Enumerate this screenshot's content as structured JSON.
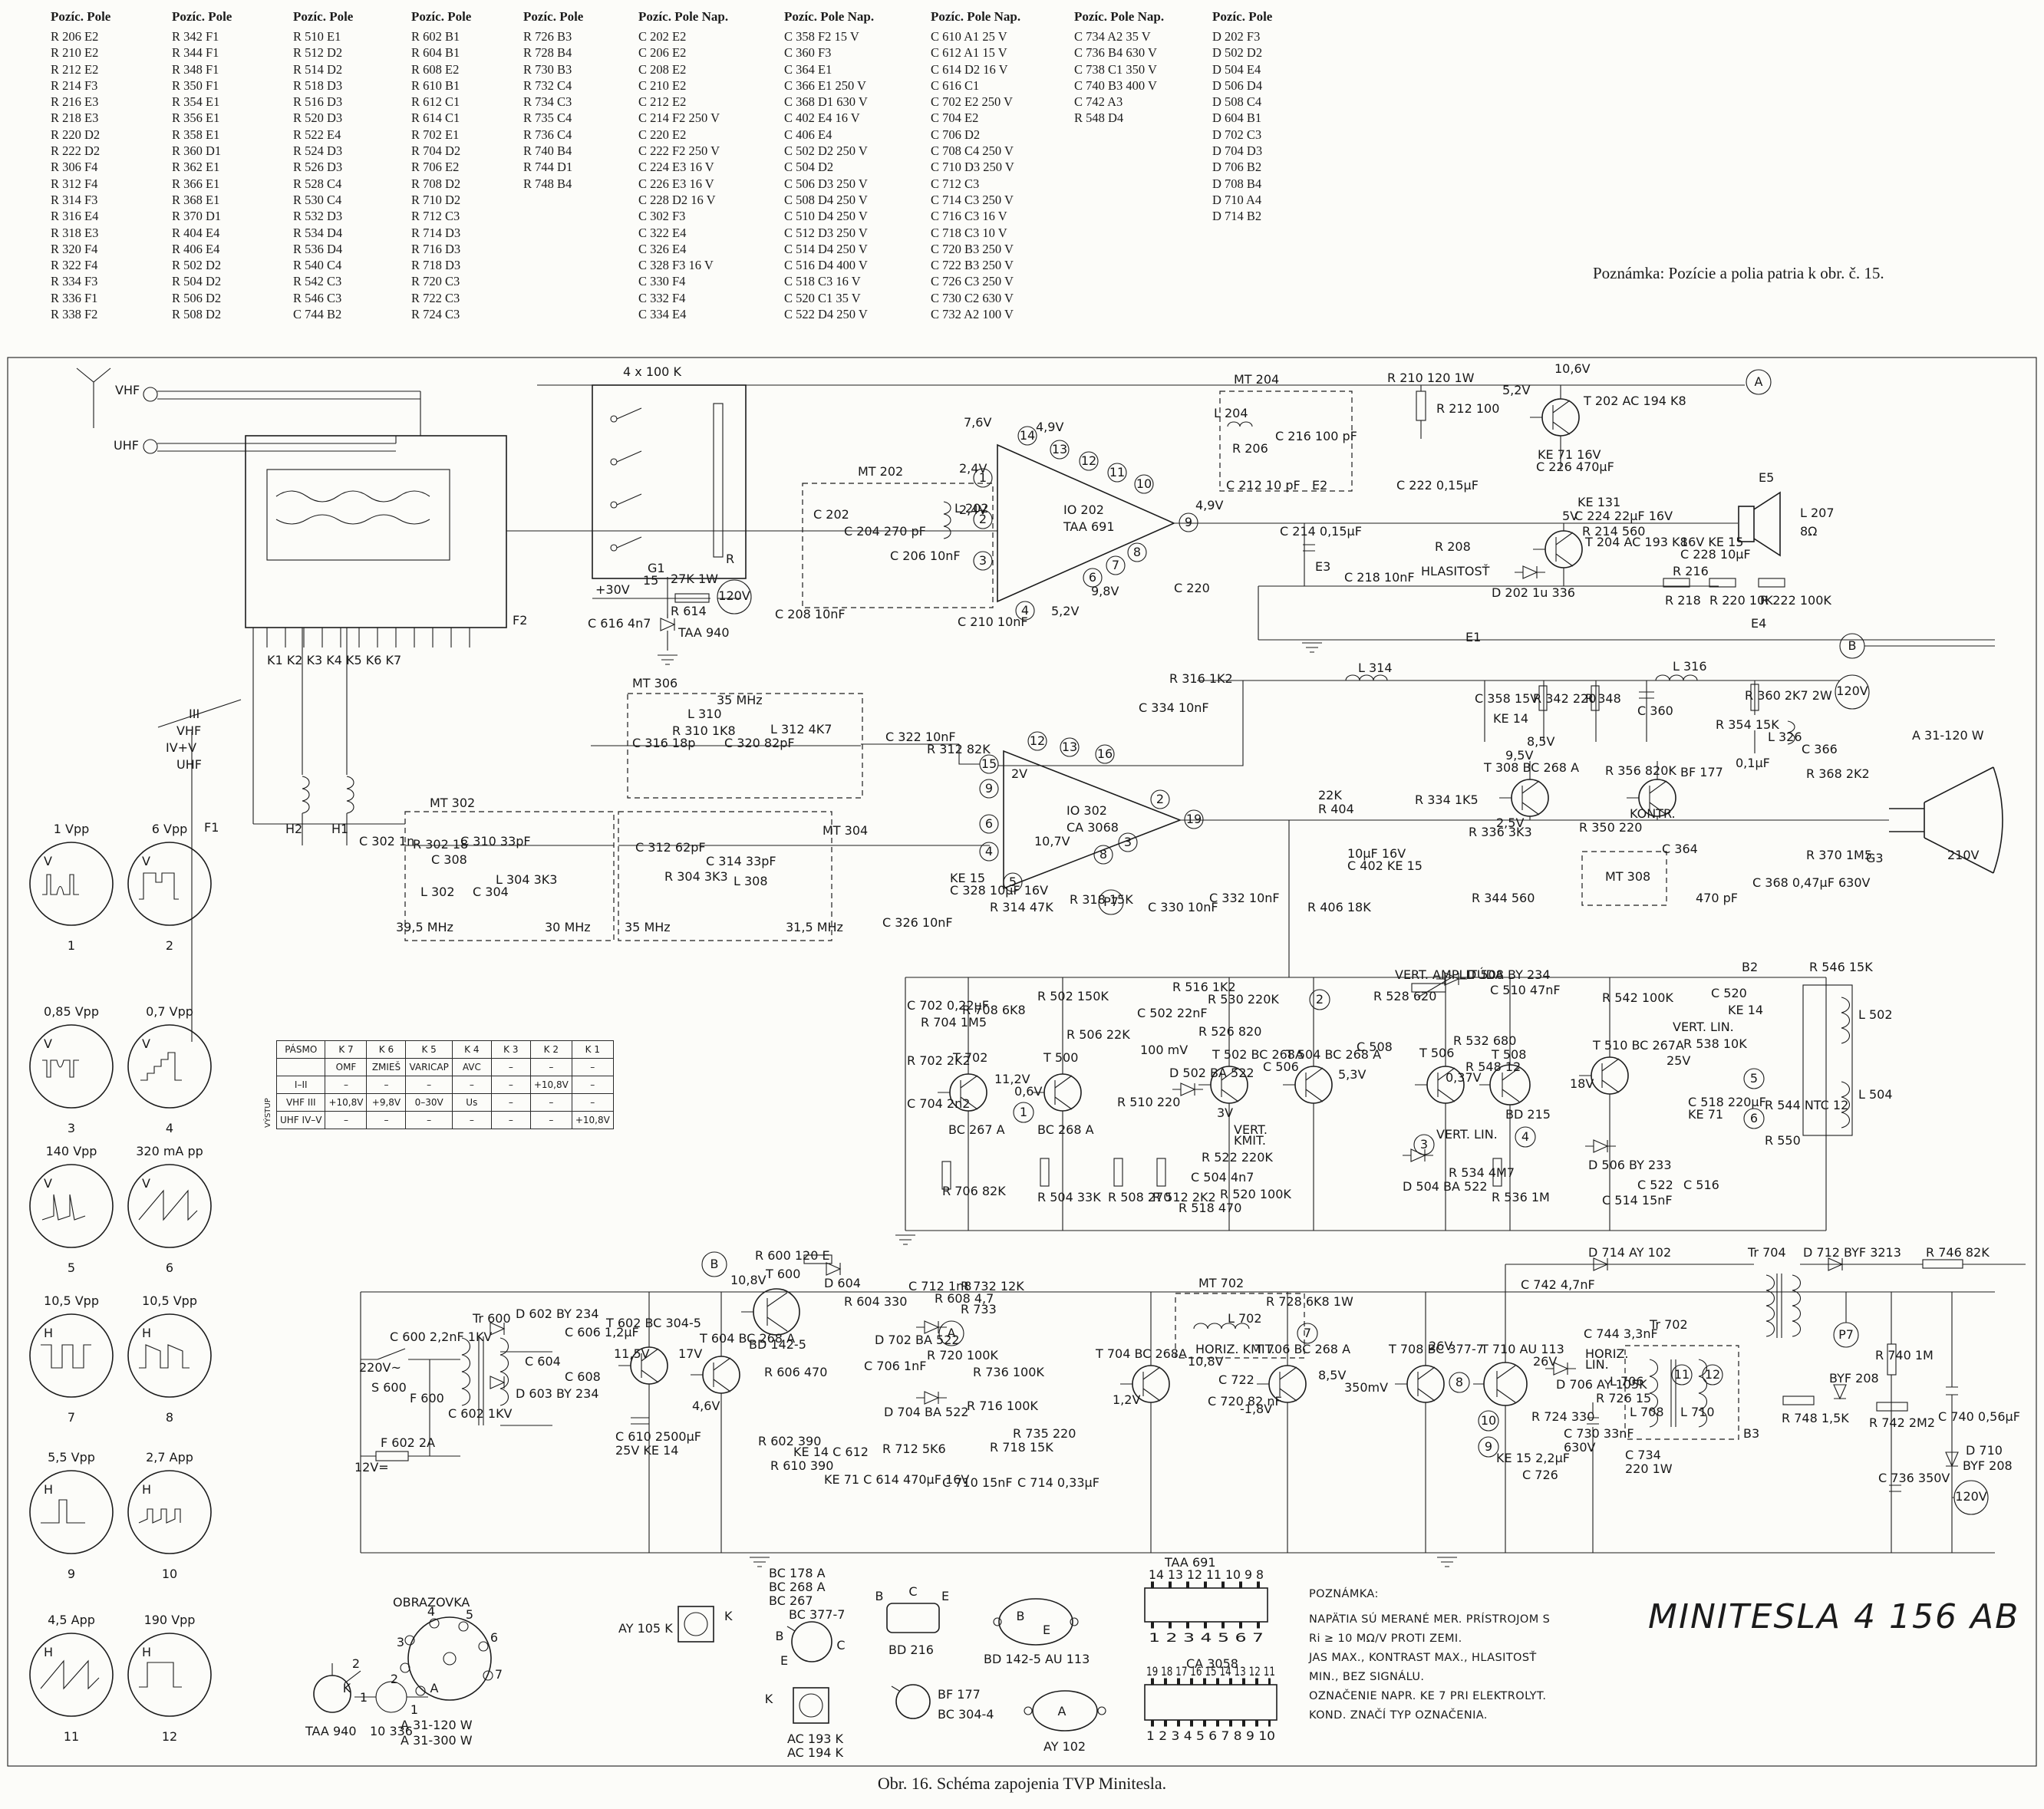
{
  "header": {
    "columns": [
      {
        "header": "Pozíc. Pole",
        "rows": [
          "R 206 E2",
          "R 210 E2",
          "R 212 E2",
          "R 214 F3",
          "R 216 E3",
          "R 218 E3",
          "R 220 D2",
          "R 222 D2",
          "R 306 F4",
          "R 312 F4",
          "R 314 F3",
          "R 316 E4",
          "R 318 E3",
          "R 320 F4",
          "R 322 F4",
          "R 334 F3",
          "R 336 F1",
          "R 338 F2"
        ]
      },
      {
        "header": "Pozíc. Pole",
        "rows": [
          "R 342 F1",
          "R 344 F1",
          "R 348 F1",
          "R 350 F1",
          "R 354 E1",
          "R 356 E1",
          "R 358 E1",
          "R 360 D1",
          "R 362 E1",
          "R 366 E1",
          "R 368 E1",
          "R 370 D1",
          "R 404 E4",
          "R 406 E4",
          "R 502 D2",
          "R 504 D2",
          "R 506 D2",
          "R 508 D2"
        ]
      },
      {
        "header": "Pozíc. Pole",
        "rows": [
          "R 510 E1",
          "R 512 D2",
          "R 514 D2",
          "R 518 D3",
          "R 516 D3",
          "R 520 D3",
          "R 522 E4",
          "R 524 D3",
          "R 526 D3",
          "R 528 C4",
          "R 530 C4",
          "R 532 D3",
          "R 534 D4",
          "R 536 D4",
          "R 540 C4",
          "R 542 C3",
          "R 546 C3",
          "C 744 B2"
        ]
      },
      {
        "header": "Pozíc. Pole",
        "rows": [
          "R 602 B1",
          "R 604 B1",
          "R 608 E2",
          "R 610 B1",
          "R 612 C1",
          "R 614 C1",
          "R 702 E1",
          "R 704 D2",
          "R 706 E2",
          "R 708 D2",
          "R 710 D2",
          "R 712 C3",
          "R 714 D3",
          "R 716 D3",
          "R 718 D3",
          "R 720 C3",
          "R 722 C3",
          "R 724 C3"
        ]
      },
      {
        "header": "Pozíc. Pole",
        "rows": [
          "R 726 B3",
          "R 728 B4",
          "R 730 B3",
          "R 732 C4",
          "R 734 C3",
          "R 735 C4",
          "R 736 C4",
          "R 740 B4",
          "R 744 D1",
          "R 748 B4"
        ]
      },
      {
        "header": "Pozíc. Pole Nap.",
        "rows": [
          "C 202 E2",
          "C 206 E2",
          "C 208 E2",
          "C 210 E2",
          "C 212 E2",
          "C 214 F2 250 V",
          "C 220 E2",
          "C 222 F2 250 V",
          "C 224 E3 16 V",
          "C 226 E3 16 V",
          "C 228 D2 16 V",
          "C 302 F3",
          "C 322 E4",
          "C 326 E4",
          "C 328 F3 16 V",
          "C 330 F4",
          "C 332 F4",
          "C 334 E4"
        ]
      },
      {
        "header": "Pozíc. Pole Nap.",
        "rows": [
          "C 358 F2 15 V",
          "C 360 F3",
          "C 364 E1",
          "C 366 E1 250 V",
          "C 368 D1 630 V",
          "C 402 E4 16 V",
          "C 406 E4",
          "C 502 D2 250 V",
          "C 504 D2",
          "C 506 D3 250 V",
          "C 508 D4 250 V",
          "C 510 D4 250 V",
          "C 512 D3 250 V",
          "C 514 D4 250 V",
          "C 516 D4 400 V",
          "C 518 C3 16 V",
          "C 520 C1 35 V",
          "C 522 D4 250 V"
        ]
      },
      {
        "header": "Pozíc. Pole Nap.",
        "rows": [
          "C 610 A1 25 V",
          "C 612 A1 15 V",
          "C 614 D2 16 V",
          "C 616 C1",
          "C 702 E2 250 V",
          "C 704 E2",
          "C 706 D2",
          "C 708 C4 250 V",
          "C 710 D3 250 V",
          "C 712 C3",
          "C 714 C3 250 V",
          "C 716 C3 16 V",
          "C 718 C3 10 V",
          "C 720 B3 250 V",
          "C 722 B3 250 V",
          "C 726 C3 250 V",
          "C 730 C2 630 V",
          "C 732 A2 100 V"
        ]
      },
      {
        "header": "Pozíc. Pole Nap.",
        "rows": [
          "C 734 A2 35 V",
          "C 736 B4 630 V",
          "C 738 C1 350 V",
          "C 740 B3 400 V",
          "C 742 A3",
          "R 548 D4"
        ]
      },
      {
        "header": "Pozíc. Pole",
        "rows": [
          "D 202 F3",
          "D 502 D2",
          "D 504 E4",
          "D 506 D4",
          "D 508 C4",
          "D 604 B1",
          "D 702 C3",
          "D 704 D3",
          "D 706 B2",
          "D 708 B4",
          "D 710 A4",
          "D 714 B2"
        ]
      }
    ]
  },
  "top_note": "Poznámka: Pozície a polia patria k obr. č. 15.",
  "waveforms": [
    {
      "num": "1",
      "amp": "1 Vpp",
      "axis": "V"
    },
    {
      "num": "2",
      "amp": "6 Vpp",
      "axis": "V"
    },
    {
      "num": "3",
      "amp": "0,85 Vpp",
      "axis": "V"
    },
    {
      "num": "4",
      "amp": "0,7 Vpp",
      "axis": "V"
    },
    {
      "num": "5",
      "amp": "140 Vpp",
      "axis": "V"
    },
    {
      "num": "6",
      "amp": "320 mA pp",
      "axis": "V"
    },
    {
      "num": "7",
      "amp": "10,5 Vpp",
      "axis": "H"
    },
    {
      "num": "8",
      "amp": "10,5 Vpp",
      "axis": "H"
    },
    {
      "num": "9",
      "amp": "5,5 Vpp",
      "axis": "H"
    },
    {
      "num": "10",
      "amp": "2,7 App",
      "axis": "H"
    },
    {
      "num": "11",
      "amp": "4,5 App",
      "axis": "H"
    },
    {
      "num": "12",
      "amp": "190 Vpp",
      "axis": "H"
    }
  ],
  "band": {
    "side": "VÝSTUP",
    "headers": [
      "PÁSMO",
      "K 7",
      "K 6",
      "K 5",
      "K 4",
      "K 3",
      "K 2",
      "K 1"
    ],
    "rows": [
      [
        "",
        "OMF",
        "ZMIEŠ",
        "VARICAP",
        "AVC",
        "–",
        "–",
        "–"
      ],
      [
        "I–II",
        "–",
        "–",
        "–",
        "–",
        "–",
        "+10,8V",
        "–"
      ],
      [
        "VHF III",
        "+10,8V",
        "+9,8V",
        "0–30V",
        "Us",
        "–",
        "–",
        "–"
      ],
      [
        "UHF IV–V",
        "–",
        "–",
        "–",
        "–",
        "–",
        "–",
        "+10,8V"
      ]
    ]
  },
  "sch": {
    "vhf": "VHF",
    "uhf": "UHF",
    "band_iii": "III",
    "band_vhf": "VHF",
    "band_ivv": "IV+V",
    "band_uhf": "UHF",
    "f1": "F1",
    "f2": "F2",
    "h1": "H1",
    "h2": "H2",
    "g1": "G1",
    "kpins": "K1 K2 K3 K4 K5 K6 K7",
    "blk4x100k": "4 x 100 K",
    "r_lbl": "R",
    "v30": "+30V",
    "n15": "15",
    "r612": "27K 1W",
    "r614": "R 614",
    "c616": "C 616 4n7",
    "taa940": "TAA 940",
    "mt302": "MT 302",
    "mt202": "MT 202",
    "c202": "C 202",
    "c204": "C 204 270 pF",
    "l202": "L 202",
    "c206": "C 206 10nF",
    "c208": "C 208 10nF",
    "c210": "C 210 10nF",
    "io202": "IO 202",
    "taa691": "TAA 691",
    "v76": "7,6V",
    "v49a": "4,9V",
    "v24a": "2,4V",
    "v24b": "2,4V",
    "v52a": "5,2V",
    "v98": "9,8V",
    "v49b": "4,9V",
    "mt204": "MT 204",
    "l204": "L 204",
    "c216": "C 216 100 pF",
    "r206": "R 206",
    "c212": "C 212 10 pF",
    "r210": "R 210 120 1W",
    "r212": "R 212 100",
    "c220": "C 220",
    "c214": "C 214 0,15μF",
    "e1": "E1",
    "e2": "E2",
    "e3": "E3",
    "e4": "E4",
    "e5": "E5",
    "c218": "C 218 10nF",
    "r208": "R 208",
    "hlasitost": "HLASITOSŤ",
    "d202": "D 202 1u 336",
    "c222": "C 222 0,15μF",
    "c224": "C 224 22μF 16V",
    "ke131": "KE 131",
    "c226": "C 226 470μF",
    "ke71a": "KE 71 16V",
    "r214": "R 214 560",
    "v106": "10,6V",
    "v52b": "5,2V",
    "t202": "T 202 AC 194 K8",
    "t204": "T 204 AC 193 K8",
    "v5": "5V",
    "c228": "C 228 10μF",
    "ke15a": "16V KE 15",
    "r216": "R 216",
    "r218": "R 218",
    "r220": "R 220 10K",
    "r222": "R 222 100K",
    "l207": "L 207",
    "ohm8": "8Ω",
    "mt306": "MT 306",
    "mhz35a": "35 MHz",
    "c316": "C 316 18p",
    "r310": "R 310 1K8",
    "l310": "L 310",
    "c320": "C 320 82pF",
    "l312": "L 312 4K7",
    "c322": "C 322 10nF",
    "r312": "R 312 82K",
    "c334": "C 334 10nF",
    "io302": "IO 302",
    "ca3068": "CA 3068",
    "v2": "2V",
    "v107": "10,7V",
    "c302": "C 302 1n",
    "r302": "R 302 18",
    "c308": "C 308",
    "c310": "C 310 33pF",
    "l302": "L 302",
    "mhz395": "39,5 MHz",
    "c304": "C 304",
    "l304": "L 304 3K3",
    "mhz30": "30 MHz",
    "mhz35b": "35 MHz",
    "c312": "C 312 62pF",
    "r304": "R 304 3K3",
    "mt304": "MT 304",
    "c314": "C 314 33pF",
    "l308": "L 308",
    "mhz315": "31,5 MHz",
    "r316": "R 316 1K2",
    "c326": "C 326 10nF",
    "c328": "C 328 10μF 16V",
    "ke15b": "KE 15",
    "r314": "R 314 47K",
    "r318": "R 318 15K",
    "c330": "C 330 10nF",
    "c332": "C 332 10nF",
    "r404": "R 404",
    "k22": "22K",
    "r334": "R 334 1K5",
    "r336": "R 336 3K3",
    "r344": "R 344 560",
    "r406": "R 406 18K",
    "c402": "C 402 KE 15",
    "c402b": "10μF 16V",
    "l314": "L 314",
    "l316": "L 316",
    "c358": "C 358 15V",
    "ke14a": "KE 14",
    "r342": "R 342 220",
    "r348": "R 348",
    "c360": "C 360",
    "r360": "R 360 2K7 2W",
    "r354": "R 354 15K",
    "l326": "L 326",
    "c366": "C 366",
    "u01": "0,1μF",
    "r368": "R 368 2K2",
    "r356": "R 356 820K",
    "t308": "T 308 BC 268 A",
    "bf177": "BF 177",
    "v95": "9,5V",
    "v25a": "2,5V",
    "r350": "R 350 220",
    "kontr": "KONTR.",
    "mt308": "MT 308",
    "c364": "C 364",
    "c368": "C 368 0,47μF 630V",
    "r370": "R 370 1M5",
    "pf470": "470 pF",
    "crt": "A 31-120 W",
    "v210": "210V",
    "g3": "G3",
    "v85a": "8,5V",
    "c702": "C 702 0,22μF",
    "r704": "R 704 1M5",
    "r708": "R 708 6K8",
    "r702": "R 702 2K2",
    "c704": "C 704 2n2",
    "r706": "R 706 82K",
    "t702": "T 702",
    "bc267a": "BC 267 A",
    "v112": "11,2V",
    "r502": "R 502 150K",
    "r506": "R 506 22K",
    "mv100": "100 mV",
    "t500": "T 500",
    "bc268a1": "BC 268 A",
    "v06": "0,6V",
    "r510": "R 510 220",
    "r504": "R 504 33K",
    "r508": "R 508 270",
    "r512": "R 512 2K2",
    "c504": "C 504 4n7",
    "d502": "D 502 BA 522",
    "t502": "T 502 BC 268A",
    "v3": "3V",
    "c506": "C 506",
    "r522": "R 522 220K",
    "vertkmit1": "VERT.",
    "vertkmit2": "KMIT.",
    "r516": "R 516 1K2",
    "c502": "C 502 22nF",
    "r526": "R 526 820",
    "r520": "R 520 100K",
    "r518": "R 518 470",
    "t504": "T 504 BC 268 A",
    "v53": "5,3V",
    "c508": "C 508",
    "r530": "R 530 220K",
    "vamp": "VERT. AMPLITÚDA",
    "r528": "R 528 620",
    "d508": "D 508 BY 234",
    "c510": "C 510 47nF",
    "r542": "R 542 100K",
    "c520": "C 520",
    "ke14b": "KE 14",
    "vlin1": "VERT. LIN.",
    "r538": "R 538 10K",
    "r544": "R 544 NTC 12",
    "r550": "R 550",
    "l502": "L 502",
    "l504": "L 504",
    "r546": "R 546 15K",
    "b2": "B2",
    "c518": "C 518 220μF",
    "ke71b": "KE 71",
    "v25b": "25V",
    "v18": "18V",
    "t510": "T 510 BC 267A",
    "t508": "T 508",
    "bd215": "BD 215",
    "t506": "T 506",
    "v037": "0,37V",
    "r548": "R 548 12",
    "r532": "R 532 680",
    "vlin2": "VERT. LIN.",
    "r534": "R 534 4M7",
    "d504": "D 504 BA 522",
    "r536": "R 536 1M",
    "d506": "D 506 BY 233",
    "c522": "C 522",
    "c516": "C 516",
    "c514": "C 514 15nF",
    "r600": "R 600 120 E",
    "v108a": "10,8V",
    "t600": "T 600",
    "bd1425": "BD 142-5",
    "d604": "D 604",
    "r604": "R 604 330",
    "r608": "R 608 4,7",
    "tr600": "Tr 600",
    "c600": "C 600 2,2nF 1KV",
    "v220": "220V~",
    "s600": "S 600",
    "f600": "F 600",
    "c602": "C 602 1KV",
    "f602": "F 602 2A",
    "v12": "12V=",
    "c604": "C 604",
    "d602": "D 602 BY 234",
    "d603": "D 603 BY 234",
    "c606": "C 606 1,2μF",
    "c608": "C 608",
    "t602": "T 602 BC 304-5",
    "v115": "11,5V",
    "v17": "17V",
    "t604": "T 604 BC 268 A",
    "v46": "4,6V",
    "r606": "R 606 470",
    "c610": "C 610 2500μF",
    "c610b": "25V KE 14",
    "r602": "R 602 390",
    "r610": "R 610 390",
    "c612": "KE 14 C 612",
    "c614": "KE 71 C 614 470μF 16V",
    "c712": "C 712 1n8",
    "r732": "R 732 12K",
    "r733": "R 733",
    "r736": "R 736 100K",
    "r720": "R 720 100K",
    "d702": "D 702 BA 522",
    "c706": "C 706 1nF",
    "d704": "D 704 BA 522",
    "r712": "R 712 5K6",
    "r716": "R 716 100K",
    "r718": "R 718 15K",
    "c710": "C 710 15nF",
    "c714": "C 714 0,33μF",
    "r735": "R 735 220",
    "mt702": "MT 702",
    "l702": "L 702",
    "horizkmit": "HORIZ. KMIT.",
    "r728": "R 728 6K8 1W",
    "t704": "T 704 BC 268A",
    "v108b": "10,8V",
    "v12b": "1,2V",
    "c722": "C 722",
    "c720": "C 720 82 nF",
    "t706": "T 706 BC 268 A",
    "v85b": "8,5V",
    "vm18": "-1,8V",
    "mv350": "350mV",
    "t708": "T 708 BC 377-7",
    "v26a": "26V",
    "t710": "T 710 AU 113",
    "v26b": "26V",
    "d706": "D 706 AY 105K",
    "horizlin1": "HORIZ.",
    "horizlin2": "LIN.",
    "l706": "L 706",
    "c744": "C 744 3,3nF",
    "c742": "C 742 4,7nF",
    "d714": "D 714 AY 102",
    "tr702": "Tr 702",
    "tr704": "Tr 704",
    "d712": "D 712 BYF 3213",
    "r746": "R 746 82K",
    "r740": "R 740 1M",
    "r742": "R 742 2M2",
    "c740": "C 740 0,56μF",
    "r748": "R 748 1,5K",
    "d708": "BYF 208",
    "d710": "D 710",
    "byf208b": "BYF 208",
    "c736": "C 736 350V",
    "c730": "C 730 33nF",
    "v630": "630V",
    "c734": "C 734",
    "w220": "220 1W",
    "l708": "L 708",
    "l710": "L 710",
    "b3": "B3",
    "ke15c": "KE 15 2,2μF",
    "r724": "R 724 330",
    "r726": "R 726 15",
    "c726": "C 726",
    "pins": {
      "1": "1",
      "2": "2",
      "3": "3",
      "4": "4",
      "5": "5",
      "6": "6",
      "7": "7",
      "8": "8",
      "9": "9",
      "10": "10",
      "11": "11",
      "12": "12",
      "13": "13",
      "14": "14",
      "15": "15",
      "16": "16",
      "19": "19",
      "A": "A",
      "B": "B",
      "P7": "P7",
      "V120": "120V"
    }
  },
  "bottom": {
    "obrazovka": "OBRAZOVKA",
    "crt1": "A 31-120 W",
    "crt2": "A 31-300 W"
  },
  "pinouts": [
    {
      "name": "TAA 940"
    },
    {
      "name": "10 336",
      "pins": [
        "K",
        "A"
      ]
    },
    {
      "name": "AY 105 K",
      "pins": [
        "K"
      ]
    },
    {
      "name": "BC 377-7",
      "types": [
        "BC 178 A",
        "BC 268 A",
        "BC 267"
      ],
      "pins": [
        "B",
        "E",
        "C"
      ]
    },
    {
      "name": "AC 193 K",
      "name2": "AC 194 K",
      "pins": [
        "K"
      ]
    },
    {
      "name": "BD 216",
      "pins": [
        "B",
        "C",
        "E"
      ]
    },
    {
      "name": "BF 177"
    },
    {
      "name": "BC 304-4"
    },
    {
      "name": "BD 142-5   AU 113",
      "pins": [
        "B",
        "E"
      ]
    },
    {
      "name": "AY 102",
      "pins": [
        "A"
      ]
    },
    {
      "name": "TAA 691",
      "top": "14 13 12 11 10 9 8",
      "bottom": "1 2 3 4 5 6 7"
    },
    {
      "name": "CA 3058",
      "top": "19 18 17 16 15 14 13 12 11",
      "bottom": "1 2 3 4 5 6 7 8 9 10"
    }
  ],
  "note": {
    "title": "POZNÁMKA:",
    "lines": [
      "NAPÄTIA SÚ MERANÉ MER. PRÍSTROJOM S",
      "Ri ≥ 10 MΩ/V PROTI ZEMI.",
      "JAS MAX., KONTRAST MAX., HLASITOSŤ",
      "MIN., BEZ SIGNÁLU.",
      "OZNAČENIE NAPR. KE 7 PRI ELEKTROLYT.",
      "KOND. ZNAČÍ TYP OZNAČENIA."
    ]
  },
  "model": "MINITESLA   4 156 AB",
  "caption": "Obr. 16. Schéma zapojenia TVP Minitesla."
}
